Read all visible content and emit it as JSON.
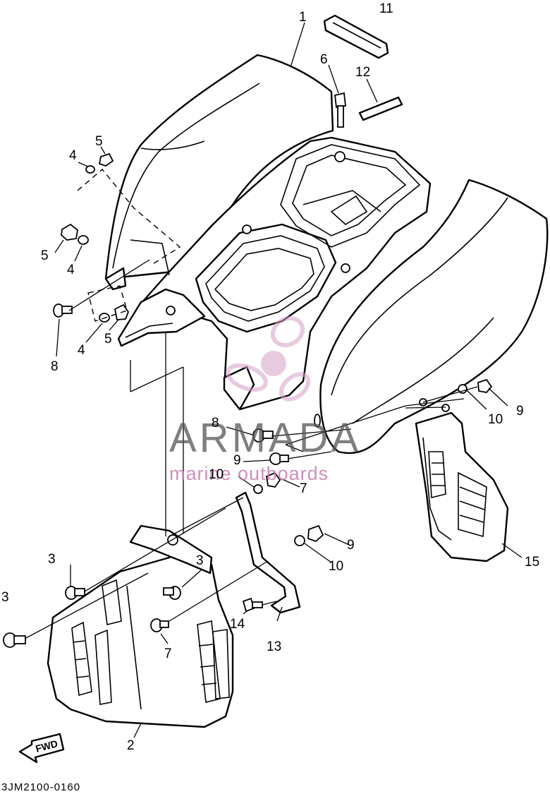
{
  "diagram": {
    "code": "3JM2100-0160",
    "fwd_label": "FWD",
    "watermark": {
      "title": "ARMADA",
      "subtitle": "marine outboards"
    },
    "callouts": [
      "1",
      "2",
      "3",
      "3",
      "3",
      "4",
      "4",
      "4",
      "5",
      "5",
      "5",
      "6",
      "7",
      "7",
      "8",
      "8",
      "9",
      "9",
      "9",
      "10",
      "10",
      "10",
      "11",
      "12",
      "13",
      "14",
      "15"
    ]
  }
}
